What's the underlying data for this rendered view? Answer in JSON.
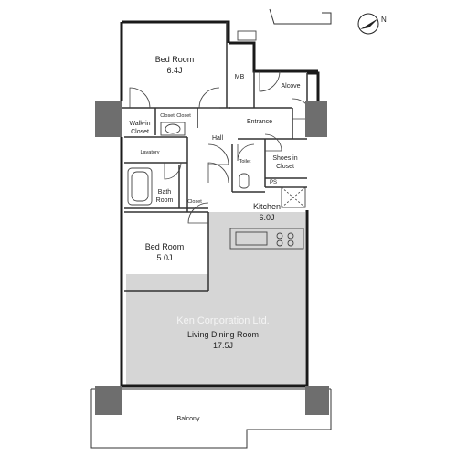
{
  "rooms": {
    "bed_room_1": {
      "name": "Bed Room",
      "size": "6.4J"
    },
    "mb": "MB",
    "alcove": "Alcove",
    "walkin_closet": {
      "line1": "Walk-in",
      "line2": "Closet"
    },
    "closet_a": "Closet",
    "closet_b": "Closet",
    "entrance": "Entrance",
    "hall": "Hall",
    "lavatory": "Lavatory",
    "toilet": "Toilet",
    "shoes_closet": {
      "line1": "Shoes in",
      "line2": "Closet"
    },
    "ps": "PS",
    "bath_room": {
      "line1": "Bath",
      "line2": "Room"
    },
    "closet_c": "Closet",
    "kitchen": {
      "name": "Kitchen",
      "size": "6.0J"
    },
    "bed_room_2": {
      "name": "Bed Room",
      "size": "5.0J"
    },
    "living_dining": {
      "name": "Living Dining Room",
      "size": "17.5J"
    },
    "balcony": "Balcony"
  },
  "watermark": "Ken Corporation Ltd.",
  "compass": {
    "label": "N",
    "icon": "north-arrow-icon"
  },
  "colors": {
    "wall": "#1a1a1a",
    "column": "#6e6e6e",
    "floor_gray": "#d6d6d6",
    "line": "#333333"
  }
}
